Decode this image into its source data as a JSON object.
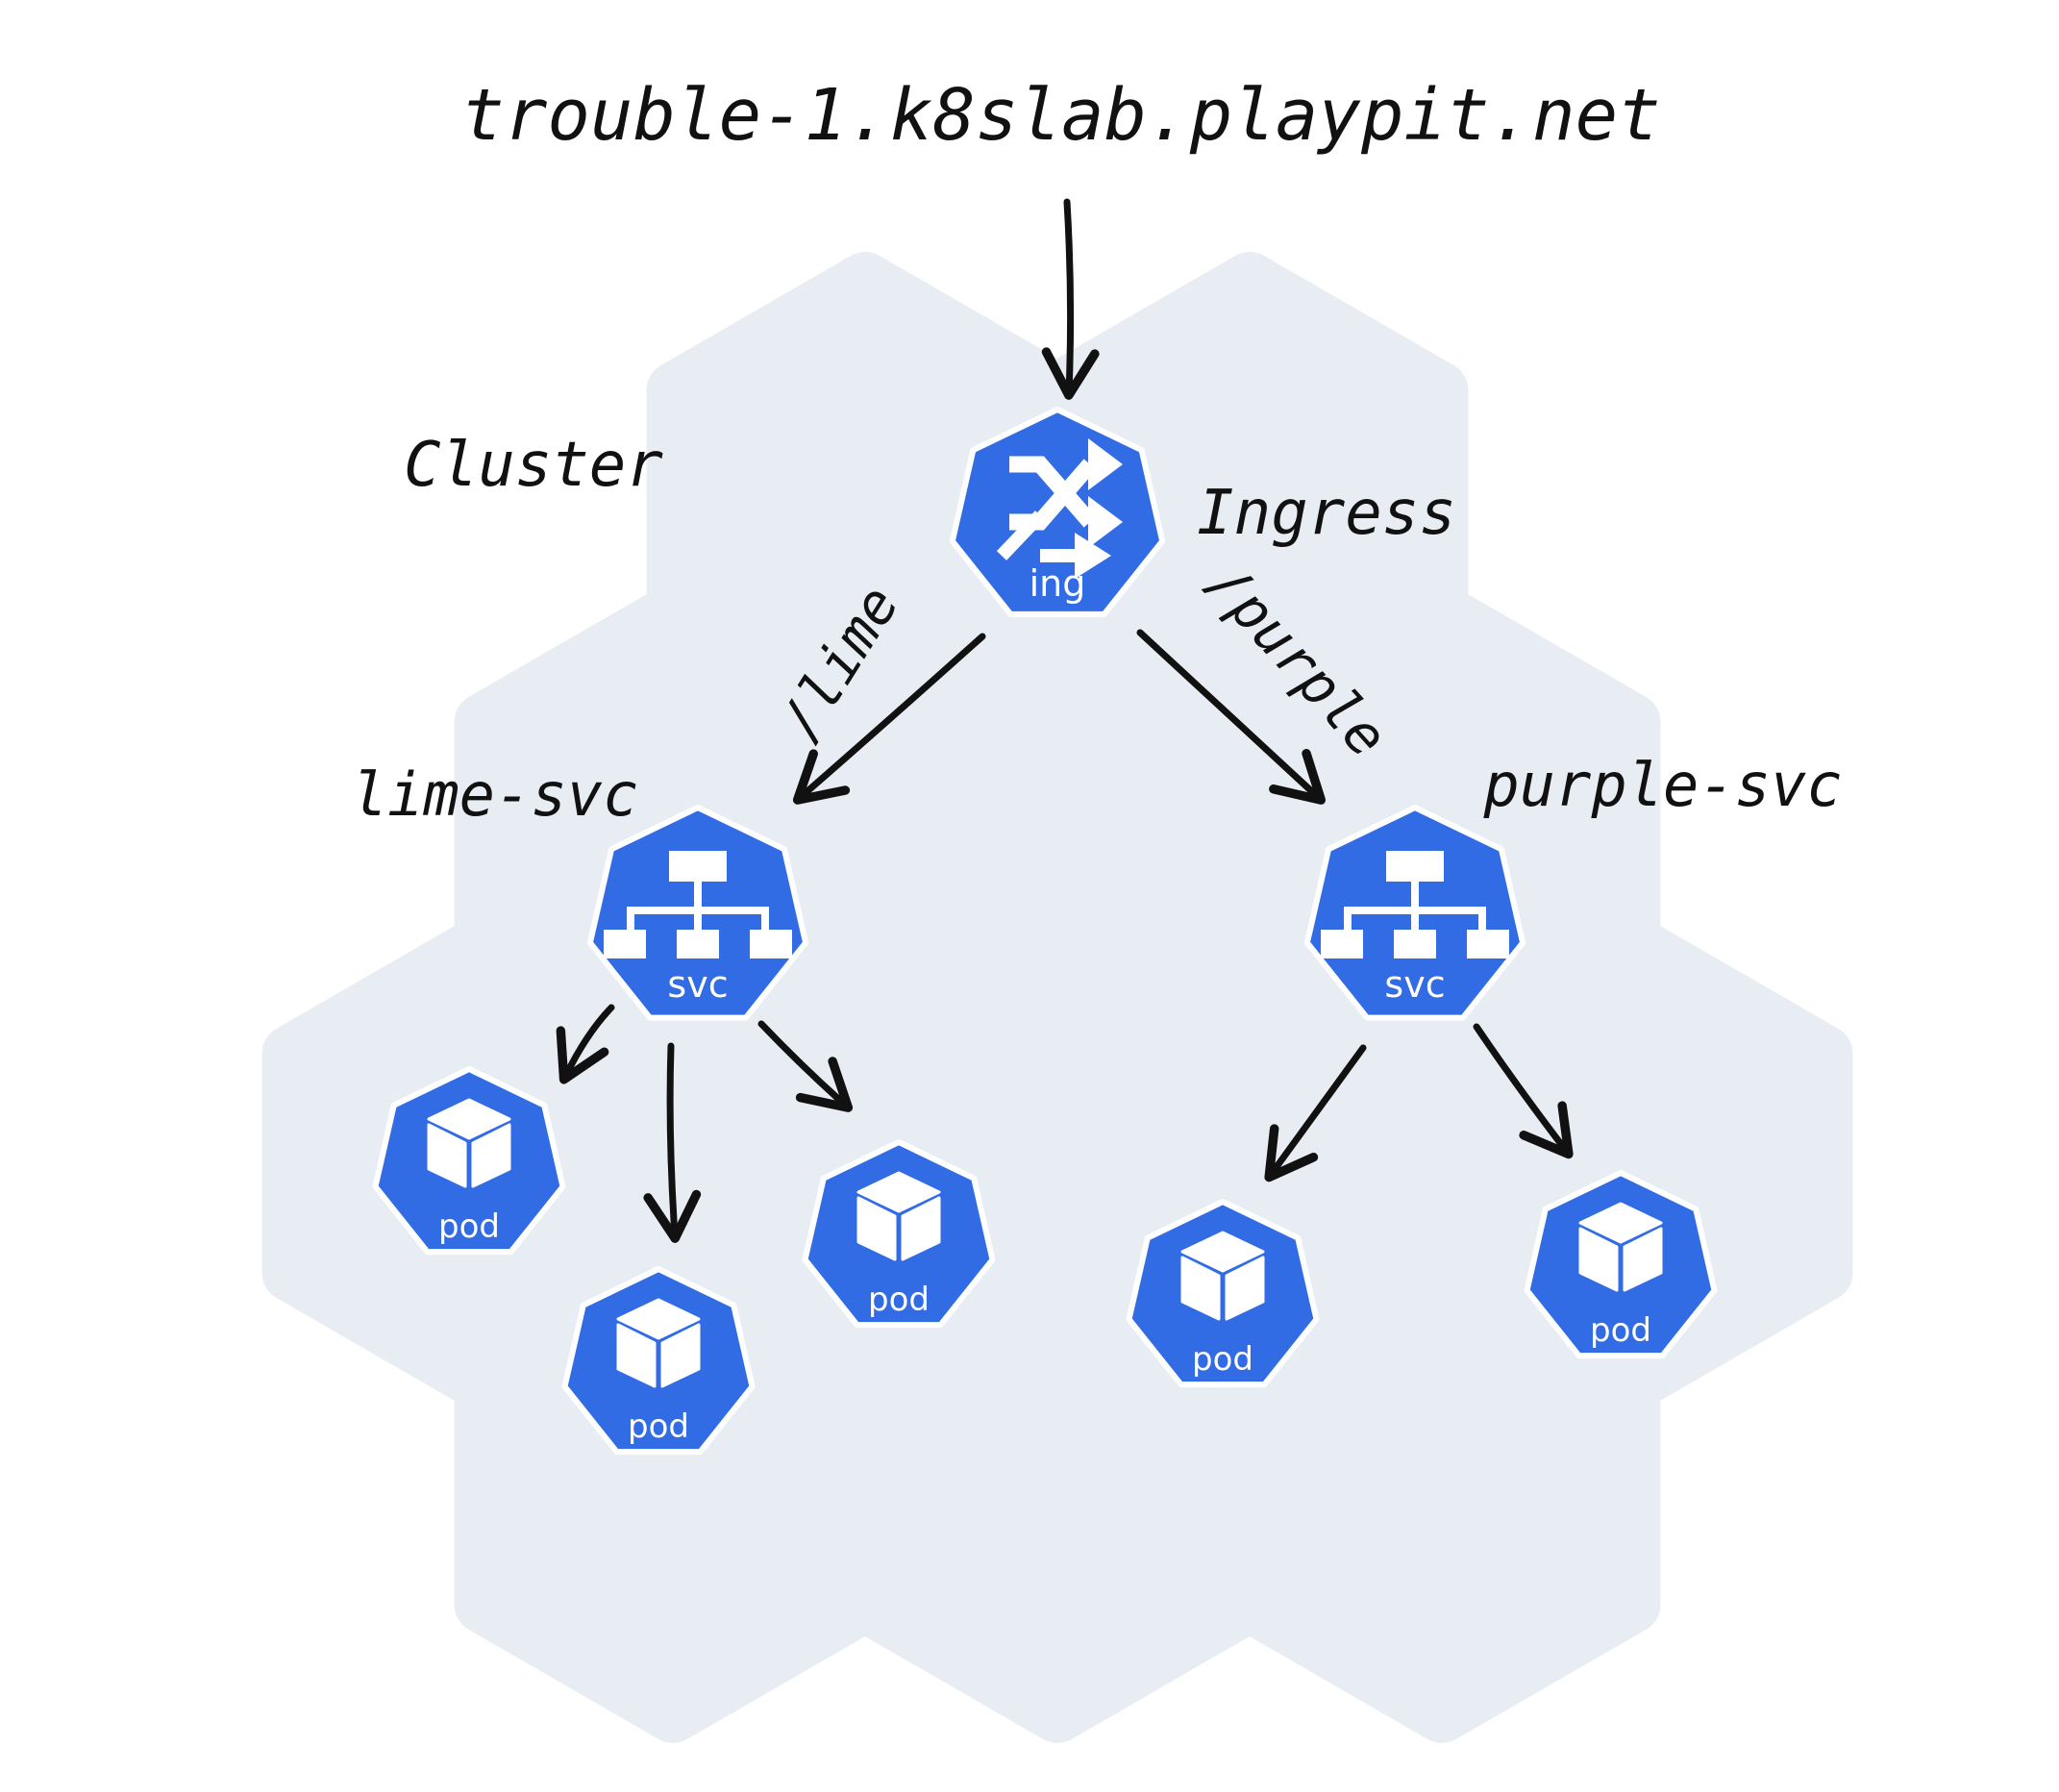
{
  "host": "trouble-1.k8slab.playpit.net",
  "cluster_label": "Cluster",
  "ingress": {
    "label": "Ingress",
    "badge": "ing",
    "icon": "ingress-icon"
  },
  "routes": {
    "lime": "/lime",
    "purple": "/purple"
  },
  "services": {
    "lime": {
      "label": "lime-svc",
      "badge": "svc",
      "icon": "service-icon"
    },
    "purple": {
      "label": "purple-svc",
      "badge": "svc",
      "icon": "service-icon"
    }
  },
  "pods": {
    "lime": [
      {
        "badge": "pod"
      },
      {
        "badge": "pod"
      },
      {
        "badge": "pod"
      }
    ],
    "purple": [
      {
        "badge": "pod"
      },
      {
        "badge": "pod"
      }
    ]
  },
  "colors": {
    "k8s_blue": "#326ce5",
    "cluster_hex": "#e8edf3",
    "ink": "#111111",
    "white": "#ffffff"
  }
}
